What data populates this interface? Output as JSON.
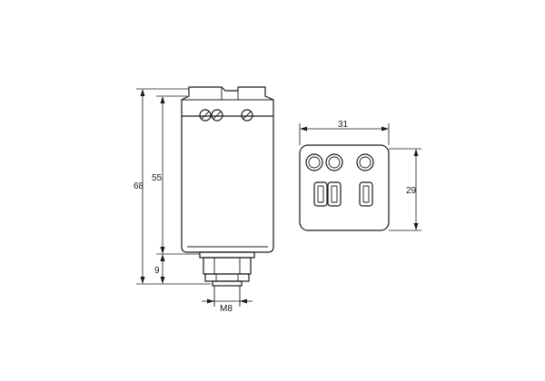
{
  "diagram": {
    "dimensions": {
      "overall_height": "68",
      "body_height": "55",
      "fitting_height": "9",
      "thread": "M8",
      "face_width": "31",
      "face_height": "29"
    }
  }
}
